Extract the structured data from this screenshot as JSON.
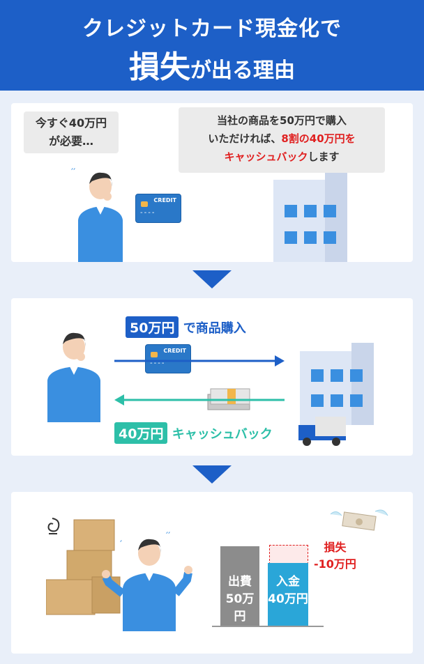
{
  "header": {
    "line1": "クレジットカード現金化で",
    "line2_big": "損失",
    "line2_rest": "が出る理由"
  },
  "panel1": {
    "person_bubble_l1": "今すぐ40万円",
    "person_bubble_l2": "が必要…",
    "company_l1": "当社の商品を50万円で購入",
    "company_l2a": "いただければ、",
    "company_l2b": "8割の40万円を",
    "company_l3a": "キャッシュバック",
    "company_l3b": "します"
  },
  "card_label": "CREDIT",
  "card_dashes": "----",
  "panel2": {
    "purchase_tag": "50万円",
    "purchase_text": "で商品購入",
    "cashback_tag": "40万円",
    "cashback_text": "キャッシュバック"
  },
  "panel3": {
    "bar_out_label": "出費",
    "bar_out_value": "50万円",
    "bar_in_label": "入金",
    "bar_in_value": "40万円",
    "loss_label": "損失",
    "loss_value": "-10万円"
  },
  "colors": {
    "brand": "#1d5fc7",
    "accent_red": "#e02020",
    "teal": "#2dbfa8",
    "bar_gray": "#8c8c8c",
    "bar_blue": "#2aa6d8"
  }
}
